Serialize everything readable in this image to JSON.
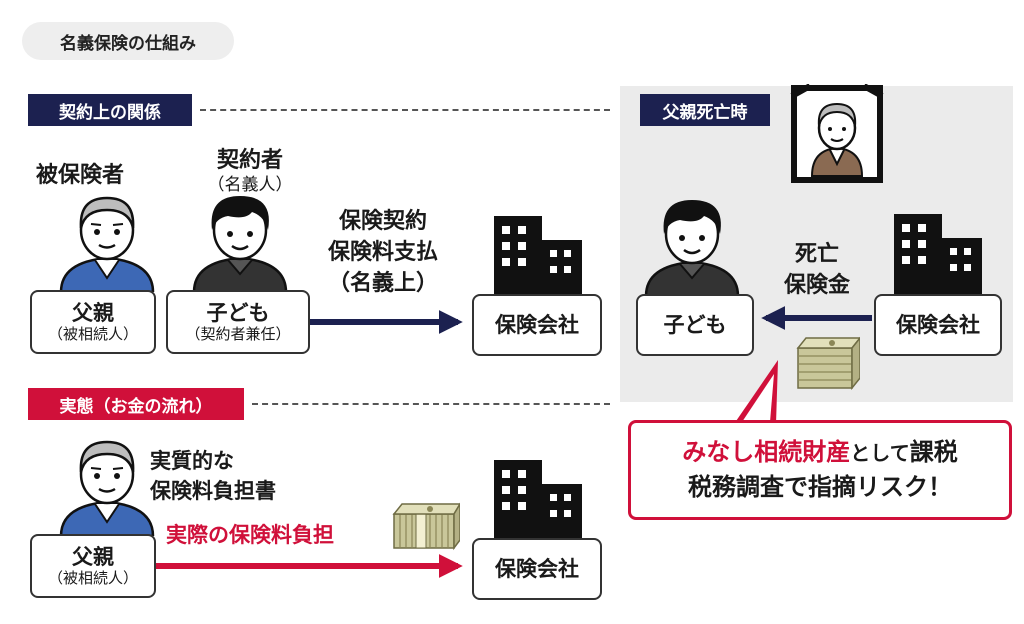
{
  "title": "名義保険の仕組み",
  "sections": {
    "contract": "契約上の関係",
    "actual": "実態（お金の流れ）",
    "death": "父親死亡時"
  },
  "contract": {
    "insured_label": "被保険者",
    "contractor_label": "契約者",
    "contractor_sub": "（名義人）",
    "father_main": "父親",
    "father_sub": "（被相続人）",
    "child_main": "子ども",
    "child_sub": "（契約者兼任）",
    "arrow_line1": "保険契約",
    "arrow_line2": "保険料支払",
    "arrow_line3": "（名義上）",
    "company": "保険会社"
  },
  "actual": {
    "burden_line1": "実質的な",
    "burden_line2": "保険料負担書",
    "father_main": "父親",
    "father_sub": "（被相続人）",
    "arrow_label": "実際の保険料負担",
    "company": "保険会社"
  },
  "death": {
    "child": "子ども",
    "benefit_line1": "死亡",
    "benefit_line2": "保険金",
    "company": "保険会社"
  },
  "warning": {
    "red_part": "みなし相続財産",
    "small_part": "として",
    "line1_end": "課税",
    "line2": "税務調査で指摘リスク！"
  },
  "colors": {
    "navy": "#1c2150",
    "red": "#d0103a",
    "gray_panel": "#ebebeb",
    "vest_blue": "#3d68b5",
    "shirt_brown": "#8a6a52"
  }
}
